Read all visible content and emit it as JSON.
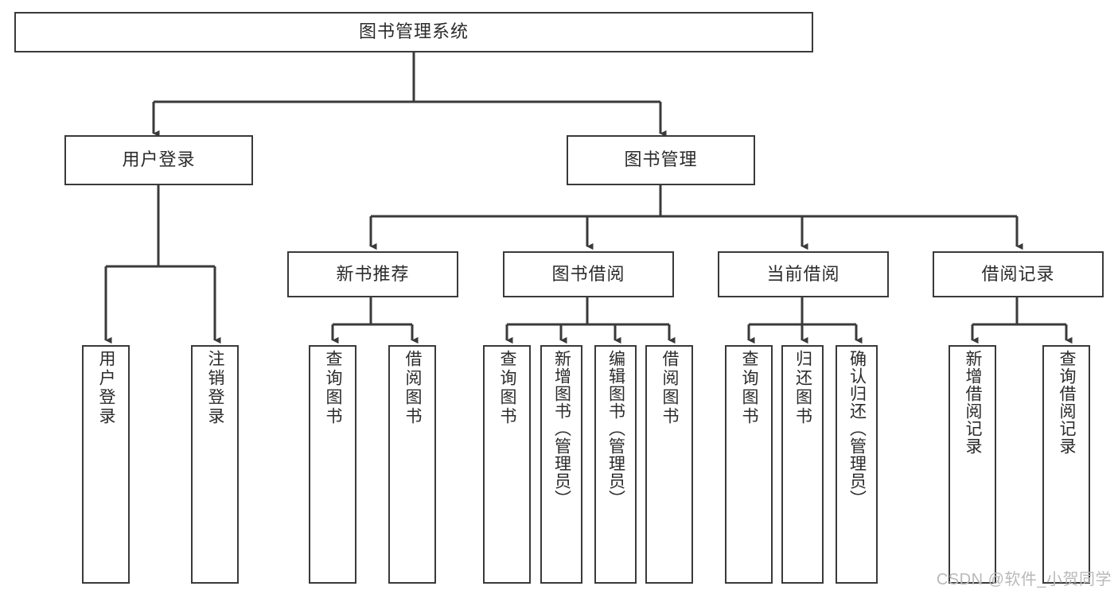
{
  "diagram": {
    "title": "图书管理系统",
    "type": "tree-hierarchy-diagram",
    "colors": {
      "stroke": "#3a3a3a",
      "text": "#2b2b2b",
      "background": "#ffffff",
      "watermark": "#b9b9b9"
    },
    "root": {
      "label": "图书管理系统"
    },
    "level2": [
      {
        "label": "用户登录"
      },
      {
        "label": "图书管理"
      }
    ],
    "level3": [
      {
        "label": "新书推荐"
      },
      {
        "label": "图书借阅"
      },
      {
        "label": "当前借阅"
      },
      {
        "label": "借阅记录"
      }
    ],
    "leaves": [
      {
        "label": "用户登录"
      },
      {
        "label": "注销登录"
      },
      {
        "label": "查询图书"
      },
      {
        "label": "借阅图书"
      },
      {
        "label": "查询图书"
      },
      {
        "label": "新增图书（管理员）"
      },
      {
        "label": "编辑图书（管理员）"
      },
      {
        "label": "借阅图书"
      },
      {
        "label": "查询图书"
      },
      {
        "label": "归还图书"
      },
      {
        "label": "确认归还（管理员）"
      },
      {
        "label": "新增借阅记录"
      },
      {
        "label": "查询借阅记录"
      }
    ]
  },
  "watermark": {
    "text": "CSDN @软件_小贺同学"
  }
}
